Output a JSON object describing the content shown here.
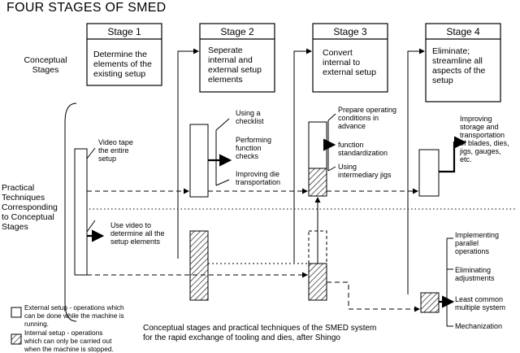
{
  "title": "FOUR STAGES OF SMED",
  "side_labels": {
    "conceptual": [
      "Conceptual",
      "Stages"
    ],
    "practical": [
      "Practical",
      "Techniques",
      "Corresponding",
      "to Conceptual",
      "Stages"
    ]
  },
  "stages": [
    {
      "title": "Stage 1",
      "lines": [
        "Determine the",
        "elements of the",
        "existing setup"
      ]
    },
    {
      "title": "Stage 2",
      "lines": [
        "Seperate",
        "internal and",
        "external setup",
        "elements"
      ]
    },
    {
      "title": "Stage 3",
      "lines": [
        "Convert",
        "internal to",
        "external setup"
      ]
    },
    {
      "title": "Stage 4",
      "lines": [
        "Eliminate;",
        "streamline all",
        "aspects of the",
        "setup"
      ]
    }
  ],
  "techniques": {
    "s1a": [
      "Video tape",
      "the entire",
      "setup"
    ],
    "s1b": [
      "Use video to",
      "determine all the",
      "setup elements"
    ],
    "s2a": [
      "Using a",
      "checklist"
    ],
    "s2b": [
      "Performing",
      "function",
      "checks"
    ],
    "s2c": [
      "Improving die",
      "transportation"
    ],
    "s3a": [
      "Prepare operating",
      "conditions in",
      "advance"
    ],
    "s3b": [
      "function",
      "standardization"
    ],
    "s3c": [
      "Using",
      "intermediary jigs"
    ],
    "s4a": [
      "Improving",
      "storage and",
      "transportation",
      "of blades, dies,",
      "jigs, gauges,",
      "etc."
    ],
    "s4b": [
      "Implementing",
      "parallel",
      "operations"
    ],
    "s4c": [
      "Eliminating",
      "adjustments"
    ],
    "s4d": [
      "Least common",
      "multiple system"
    ],
    "s4e": [
      "Mechanization"
    ]
  },
  "legend": {
    "external": [
      "External setup - operations which",
      "can be done while the machine is",
      "running."
    ],
    "internal": [
      "Internal setup - operations",
      "which can only be carried out",
      "when the machine is stopped."
    ]
  },
  "caption": [
    "Conceptual stages and practical techniques of the SMED system",
    "for the rapid exchange of tooling and dies, after Shingo"
  ]
}
